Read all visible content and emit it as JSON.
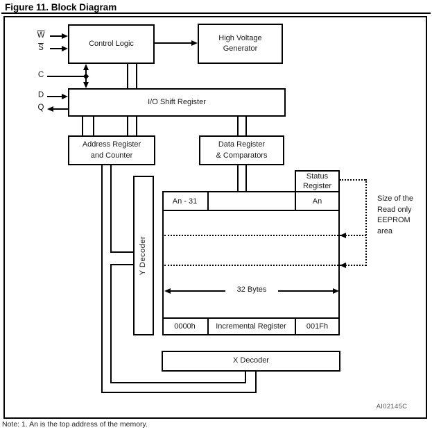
{
  "figure": {
    "title": "Figure 11. Block Diagram",
    "note": "Note: 1. An is the top address of the memory.",
    "reference": "AI02145C"
  },
  "signals": {
    "w": "W",
    "s": "S",
    "c": "C",
    "d": "D",
    "q": "Q"
  },
  "blocks": {
    "control_logic": "Control Logic",
    "high_voltage_generator": "High Voltage\nGenerator",
    "io_shift_register": "I/O Shift Register",
    "address_register": "Address Register\nand Counter",
    "data_register": "Data Register\n& Comparators",
    "status_register": "Status\nRegister",
    "y_decoder": "Y Decoder",
    "x_decoder": "X Decoder"
  },
  "memory": {
    "top_left_cell": "An - 31",
    "top_right_cell": "An",
    "width_label": "32 Bytes",
    "bottom_left_cell": "0000h",
    "bottom_middle_cell": "Incremental Register",
    "bottom_right_cell": "001Fh"
  },
  "annotations": {
    "readonly_area_size": "Size of the\nRead only\nEEPROM\narea"
  }
}
